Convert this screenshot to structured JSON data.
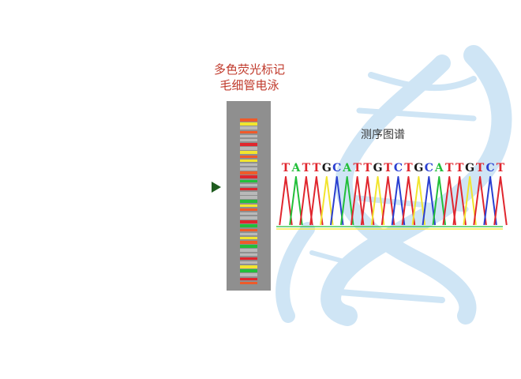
{
  "capillary_title": {
    "line1": "多色荧光标记",
    "line2": "毛细管电泳"
  },
  "sequencing_title": "测序图谱",
  "colors": {
    "T": "#e0262e",
    "A": "#22bf3a",
    "G": "#1a1a1a",
    "C": "#2a3fd1",
    "yellow": "#f2e52e",
    "gray": "#b9b9b9",
    "orange": "#ef5a2a",
    "capillary": "#8f8f8f",
    "arrow": "#1f5c1f",
    "helix": "#cfe5f5"
  },
  "sequence": [
    "T",
    "A",
    "T",
    "T",
    "G",
    "C",
    "A",
    "T",
    "T",
    "G",
    "T",
    "C",
    "T",
    "G",
    "C",
    "A",
    "T",
    "T",
    "G",
    "T",
    "C",
    "T"
  ],
  "band_colors": [
    "orange",
    "yellow",
    "gray",
    "orange",
    "gray",
    "gray",
    "red",
    "gray",
    "yellow",
    "orange",
    "yellow",
    "gray",
    "gray",
    "orange",
    "red",
    "green",
    "gray",
    "red",
    "gray",
    "gray",
    "green",
    "yellow",
    "orange",
    "gray",
    "gray",
    "red",
    "green",
    "orange",
    "gray",
    "yellow",
    "orange",
    "green",
    "gray",
    "gray",
    "red",
    "gray",
    "yellow",
    "green",
    "gray",
    "red",
    "orange"
  ]
}
